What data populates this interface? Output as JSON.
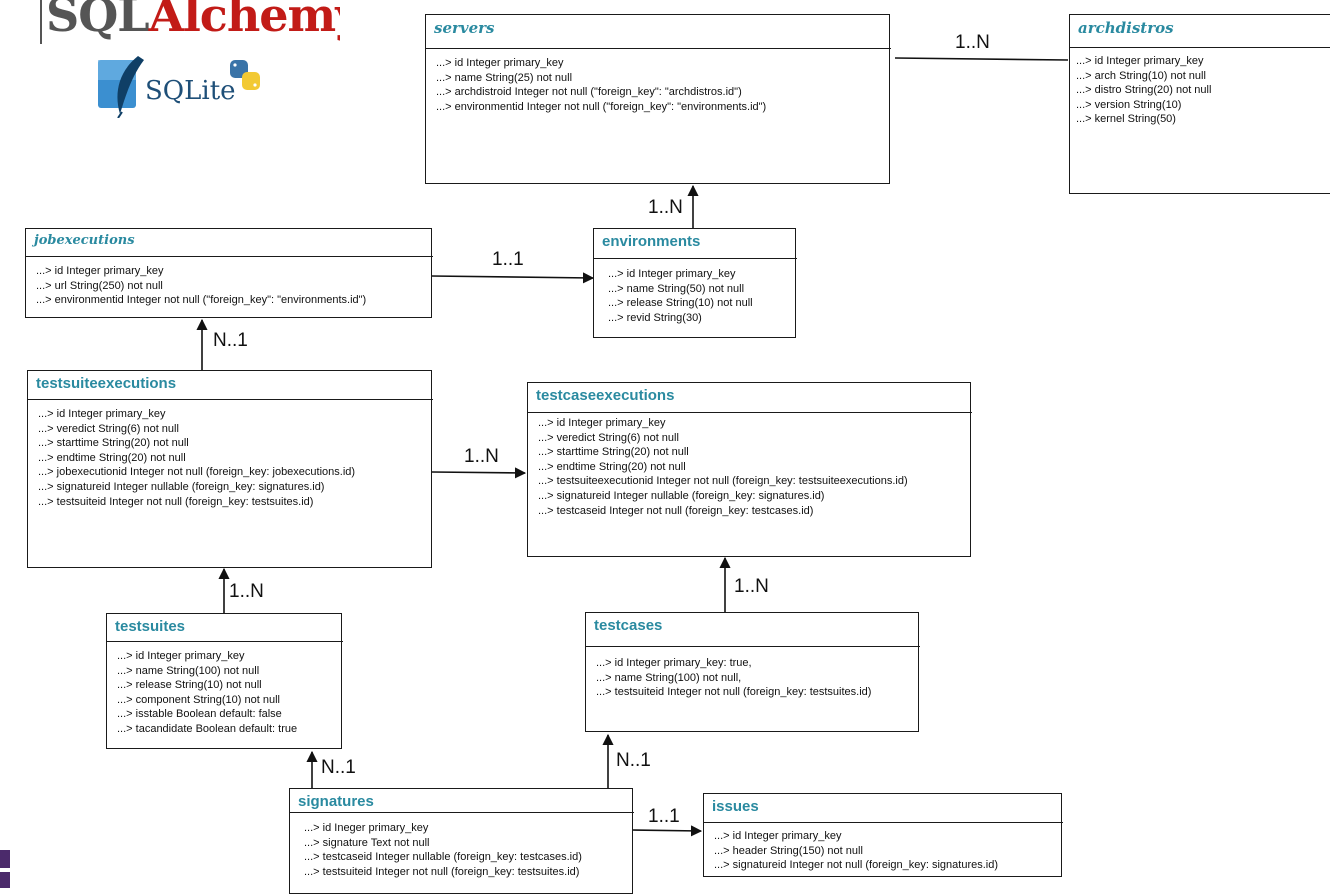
{
  "tables": {
    "servers": {
      "title": "servers",
      "fields": [
        "...> id    Integer primary_key",
        "...> name    String(25) not null",
        "...> archdistroid    Integer not null (\"foreign_key\": \"archdistros.id\")",
        "...> environmentid    Integer not null (\"foreign_key\": \"environments.id\")"
      ]
    },
    "archdistros": {
      "title": "archdistros",
      "fields": [
        "...> id    Integer primary_key",
        "...> arch    String(10) not null",
        "...> distro    String(20) not null",
        "...> version    String(10)",
        "...> kernel    String(50)"
      ]
    },
    "jobexecutions": {
      "title": "jobexecutions",
      "fields": [
        "...> id    Integer primary_key",
        "...> url    String(250) not null",
        "...> environmentid    Integer not null (\"foreign_key\": \"environments.id\")"
      ]
    },
    "environments": {
      "title": "environments",
      "fields": [
        "...> id    Integer primary_key",
        "...> name    String(50) not null",
        "...> release    String(10) not null",
        "...> revid    String(30)"
      ]
    },
    "testsuiteexecutions": {
      "title": "testsuiteexecutions",
      "fields": [
        "...> id    Integer primary_key",
        "...> veredict    String(6) not null",
        "...> starttime    String(20) not null",
        "...> endtime    String(20) not null",
        "...> jobexecutionid    Integer not null (foreign_key: jobexecutions.id)",
        "...> signatureid    Integer nullable (foreign_key: signatures.id)",
        "...> testsuiteid    Integer not null (foreign_key: testsuites.id)"
      ]
    },
    "testcaseexecutions": {
      "title": "testcaseexecutions",
      "fields": [
        "...> id    Integer primary_key",
        "...> veredict    String(6) not null",
        "...> starttime    String(20) not null",
        "...> endtime    String(20) not null",
        "...> testsuiteexecutionid    Integer not null (foreign_key: testsuiteexecutions.id)",
        "...> signatureid    Integer nullable (foreign_key: signatures.id)",
        "...> testcaseid    Integer not null (foreign_key: testcases.id)"
      ]
    },
    "testsuites": {
      "title": "testsuites",
      "fields": [
        "...> id    Integer primary_key",
        "...> name    String(100) not null",
        "...> release    String(10) not null",
        "...> component    String(10) not null",
        "...> isstable    Boolean default: false",
        "...> tacandidate    Boolean default: true"
      ]
    },
    "testcases": {
      "title": "testcases",
      "fields": [
        "...> id    Integer primary_key: true,",
        "...> name    String(100) not null,",
        "...> testsuiteid    Integer not null (foreign_key: testsuites.id)"
      ]
    },
    "signatures": {
      "title": "signatures",
      "fields": [
        "...> id    Ineger primary_key",
        "...> signature    Text not null",
        "...> testcaseid    Integer nullable (foreign_key: testcases.id)",
        "...> testsuiteid    Integer not null (foreign_key: testsuites.id)"
      ]
    },
    "issues": {
      "title": "issues",
      "fields": [
        "...> id    Integer primary_key",
        "...> header    String(150) not null",
        "...> signatureid    Integer not null (foreign_key: signatures.id)"
      ]
    }
  },
  "relationships": {
    "servers_archdistros": "1..N",
    "environments_servers": "1..N",
    "jobexecutions_environments": "1..1",
    "testsuiteexecutions_jobexecutions": "N..1",
    "testsuiteexecutions_testcaseexecutions": "1..N",
    "testsuites_testsuiteexecutions": "1..N",
    "testcases_testcaseexecutions": "1..N",
    "signatures_testsuites": "N..1",
    "signatures_testcases": "N..1",
    "signatures_issues": "1..1"
  },
  "logos": {
    "sqlalchemy": {
      "part1": "SQL",
      "part2": "Alchemy"
    },
    "sqlite": "SQLite"
  },
  "colors": {
    "title": "#2a8aa0",
    "border": "#1a1a1a",
    "sqlalchemy_red": "#c21b17",
    "sqlite_blue": "#1e4f78"
  }
}
